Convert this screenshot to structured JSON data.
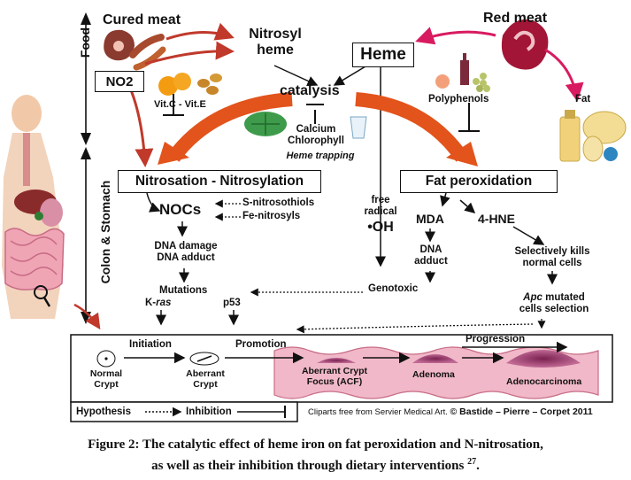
{
  "side_labels": {
    "food": "Food",
    "colon_stomach": "Colon & Stomach"
  },
  "top": {
    "cured_meat": "Cured meat",
    "red_meat": "Red meat",
    "no2": "NO2",
    "nitrosyl_heme_l1": "Nitrosyl",
    "nitrosyl_heme_l2": "heme",
    "heme": "Heme",
    "catalysis": "catalysis",
    "vitamins": "Vit.C - Vit.E",
    "polyphenols": "Polyphenols",
    "fat": "Fat",
    "calcium": "Calcium",
    "chlorophyll": "Chlorophyll",
    "heme_trapping": "Heme trapping"
  },
  "middle": {
    "nitrosation": "Nitrosation - Nitrosylation",
    "fat_peroxidation": "Fat peroxidation",
    "nocs": "NOCs",
    "s_nitrosothiols": "S-nitrosothiols",
    "fe_nitrosyls": "Fe-nitrosyls",
    "dna_damage_l1": "DNA damage",
    "dna_damage_l2": "DNA adduct",
    "mutations": "Mutations",
    "k_prefix": "K-",
    "k_ras": "ras",
    "p53": "p53",
    "free_radical_l1": "free",
    "free_radical_l2": "radical",
    "oh": "•OH",
    "genotoxic": "Genotoxic",
    "mda": "MDA",
    "hne": "4-HNE",
    "dna_adduct_l1": "DNA",
    "dna_adduct_l2": "adduct",
    "kills_l1": "Selectively kills",
    "kills_l2": "normal cells",
    "apc": "Apc",
    "apc_rest": " mutated",
    "apc_l2": "cells selection"
  },
  "colon": {
    "initiation": "Initiation",
    "promotion": "Promotion",
    "progression": "Progression",
    "normal_l1": "Normal",
    "normal_l2": "Crypt",
    "aberrant_l1": "Aberrant",
    "aberrant_l2": "Crypt",
    "acf_l1": "Aberrant Crypt",
    "acf_l2": "Focus (ACF)",
    "adenoma": "Adenoma",
    "adenocarcinoma": "Adenocarcinoma"
  },
  "legend": {
    "hypothesis": "Hypothesis",
    "inhibition": "Inhibition"
  },
  "credit": {
    "clip": "Cliparts free from Servier Medical Art. ",
    "copy": "© Bastide – Pierre – Corpet 2011"
  },
  "caption": {
    "line1": "Figure 2: The catalytic effect of heme iron on fat peroxidation and N-nitrosation,",
    "line2": "as well as their inhibition through dietary interventions ",
    "ref": "27",
    "end": "."
  },
  "colors": {
    "red_arrow": "#c0392b",
    "orange_arrow": "#e2541c",
    "pink_arrow": "#d81b60",
    "colon_pink": "#f0b8c8",
    "tumor": "#9b3b6e"
  }
}
